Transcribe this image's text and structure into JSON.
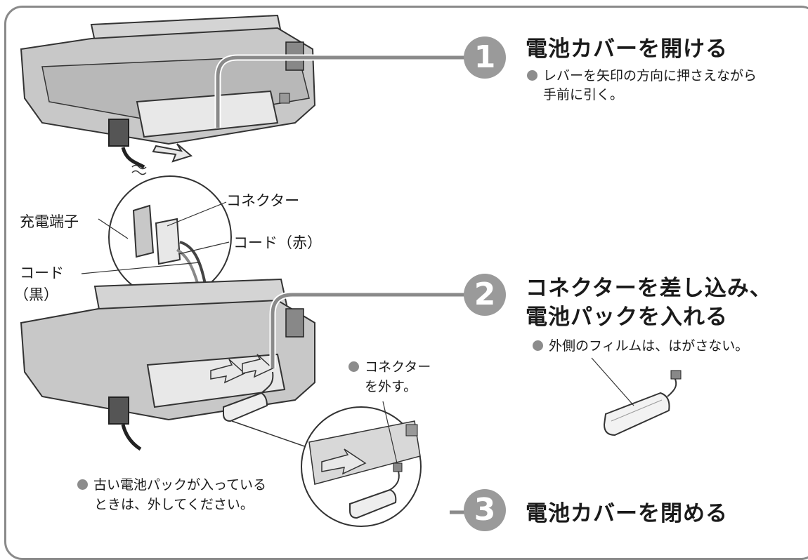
{
  "steps": [
    {
      "number": "1",
      "title": "電池カバーを開ける",
      "note": "レバーを矢印の方向に押さえながら",
      "note2": "手前に引く。"
    },
    {
      "number": "2",
      "title_line1": "コネクターを差し込み、",
      "title_line2": "電池パックを入れる",
      "note": "外側のフィルムは、はがさない。"
    },
    {
      "number": "3",
      "title": "電池カバーを閉める"
    }
  ],
  "labels": {
    "connector": "コネクター",
    "charge_terminal": "充電端子",
    "cord_red": "コード（赤）",
    "cord_black_1": "コード",
    "cord_black_2": "（黒）",
    "remove_connector_1": "コネクター",
    "remove_connector_2": "を外す。",
    "old_pack_1": "古い電池パックが入っている",
    "old_pack_2": "ときは、外してください。"
  },
  "colors": {
    "badge": "#9a9a9a",
    "border": "#8a8a8a",
    "bullet": "#8c8c8c"
  }
}
